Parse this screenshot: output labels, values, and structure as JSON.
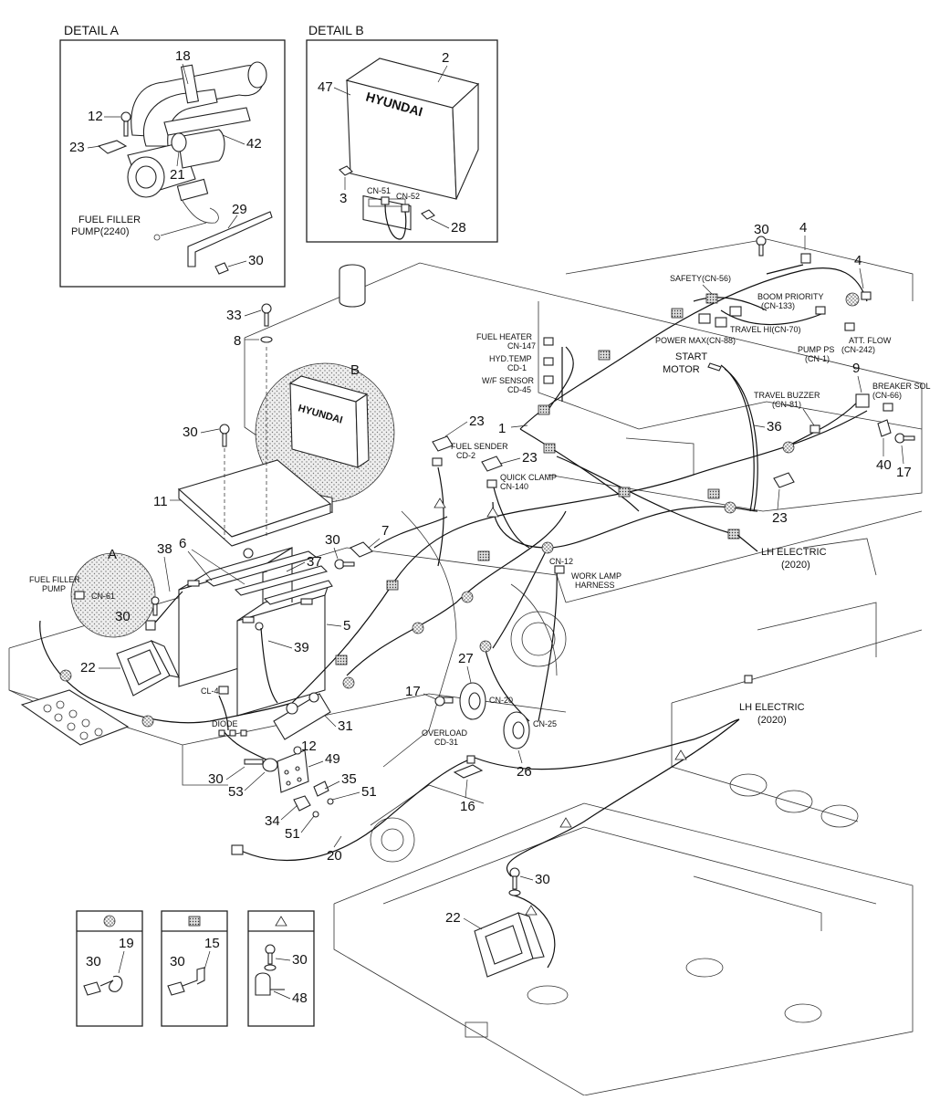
{
  "detail_a": {
    "title": "DETAIL  A",
    "pump_label_1": "FUEL FILLER",
    "pump_label_2": "PUMP(2240)",
    "parts": [
      "18",
      "12",
      "23",
      "21",
      "42",
      "29",
      "30"
    ]
  },
  "detail_b": {
    "title": "DETAIL B",
    "brand": "HYUNDAI",
    "connectors": [
      "CN-51",
      "CN-52"
    ],
    "parts": [
      "2",
      "47",
      "3",
      "28"
    ]
  },
  "callouts": {
    "zoom_a": "A",
    "zoom_b": "B",
    "brand_zoom": "HYUNDAI"
  },
  "labels": {
    "safety": "SAFETY(CN-56)",
    "boom_priority_1": "BOOM PRIORITY",
    "boom_priority_2": "(CN-133)",
    "travel_hi": "TRAVEL HI(CN-70)",
    "power_max": "POWER MAX(CN-88)",
    "pump_ps_1": "PUMP PS",
    "pump_ps_2": "(CN-1)",
    "att_flow_1": "ATT. FLOW",
    "att_flow_2": "(CN-242)",
    "start_motor_1": "START",
    "start_motor_2": "MOTOR",
    "fuel_heater_1": "FUEL HEATER",
    "fuel_heater_2": "CN-147",
    "hyd_temp_1": "HYD.TEMP",
    "hyd_temp_2": "CD-1",
    "wif_sensor_1": "W/F SENSOR",
    "wif_sensor_2": "CD-45",
    "breaker_1": "BREAKER SOL",
    "breaker_2": "(CN-66)",
    "travel_buzzer_1": "TRAVEL BUZZER",
    "travel_buzzer_2": "(CN-81)",
    "fuel_sender_1": "FUEL SENDER",
    "fuel_sender_2": "CD-2",
    "quick_clamp_1": "QUICK CLAMP",
    "quick_clamp_2": "CN-140",
    "lh_electric_1": "LH ELECTRIC",
    "lh_electric_2": "(2020)",
    "lh_electric_3": "LH ELECTRIC",
    "lh_electric_4": "(2020)",
    "cn12": "CN-12",
    "work_lamp_1": "WORK LAMP",
    "work_lamp_2": "HARNESS",
    "fuel_filler_1": "FUEL FILLER",
    "fuel_filler_2": "PUMP",
    "cn61": "CN-61",
    "cl4": "CL-4",
    "diode": "DIODE",
    "cn20": "CN-20",
    "cn25": "CN-25",
    "overload_1": "OVERLOAD",
    "overload_2": "CD-31"
  },
  "part_numbers": {
    "p1": "1",
    "p4a": "4",
    "p4b": "4",
    "p5": "5",
    "p6": "6",
    "p7": "7",
    "p8": "8",
    "p9": "9",
    "p11": "11",
    "p12": "12",
    "p16": "16",
    "p17a": "17",
    "p17b": "17",
    "p20": "20",
    "p22a": "22",
    "p22b": "22",
    "p23a": "23",
    "p23b": "23",
    "p23c": "23",
    "p26": "26",
    "p27": "27",
    "p30a": "30",
    "p30b": "30",
    "p30c": "30",
    "p30d": "30",
    "p30e": "30",
    "p30f": "30",
    "p31": "31",
    "p33": "33",
    "p34": "34",
    "p35": "35",
    "p36": "36",
    "p37": "37",
    "p38": "38",
    "p39": "39",
    "p40": "40",
    "p49": "49",
    "p51a": "51",
    "p51b": "51",
    "p53": "53"
  },
  "legend": [
    {
      "symbol": "dotted-circle",
      "parts": [
        "30",
        "19"
      ]
    },
    {
      "symbol": "hatched-square",
      "parts": [
        "30",
        "15"
      ]
    },
    {
      "symbol": "triangle",
      "parts": [
        "30",
        "48"
      ]
    }
  ]
}
